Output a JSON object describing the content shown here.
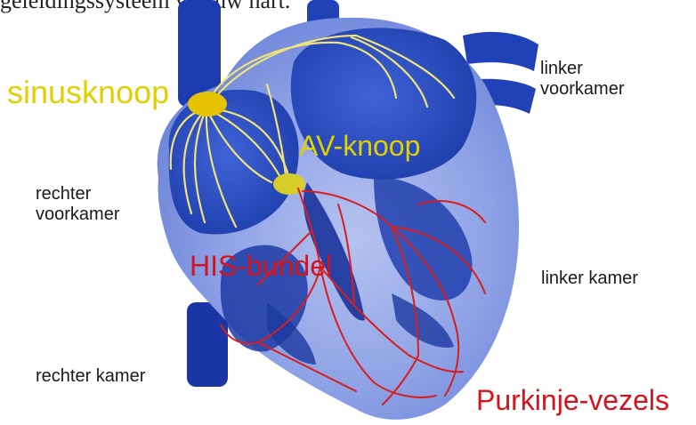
{
  "caption": "geleidingssysteem van uw hart.",
  "labels": {
    "sinusknoop": "sinusknoop",
    "av_knoop": "AV-knoop",
    "his_bundel": "HIS-bundel",
    "purkinje": "Purkinje-vezels",
    "rechter_voorkamer_1": "rechter",
    "rechter_voorkamer_2": "voorkamer",
    "linker_voorkamer_1": "linker",
    "linker_voorkamer_2": "voorkamer",
    "linker_kamer": "linker kamer",
    "rechter_kamer": "rechter kamer"
  },
  "colors": {
    "node_label": "#e0d000",
    "conduction_label": "#d4141c",
    "heart_blue": "#1f3fae",
    "heart_light": "#8fa3e6",
    "nerve_yellow": "#efe27a",
    "fiber_red": "#d81e1e"
  }
}
